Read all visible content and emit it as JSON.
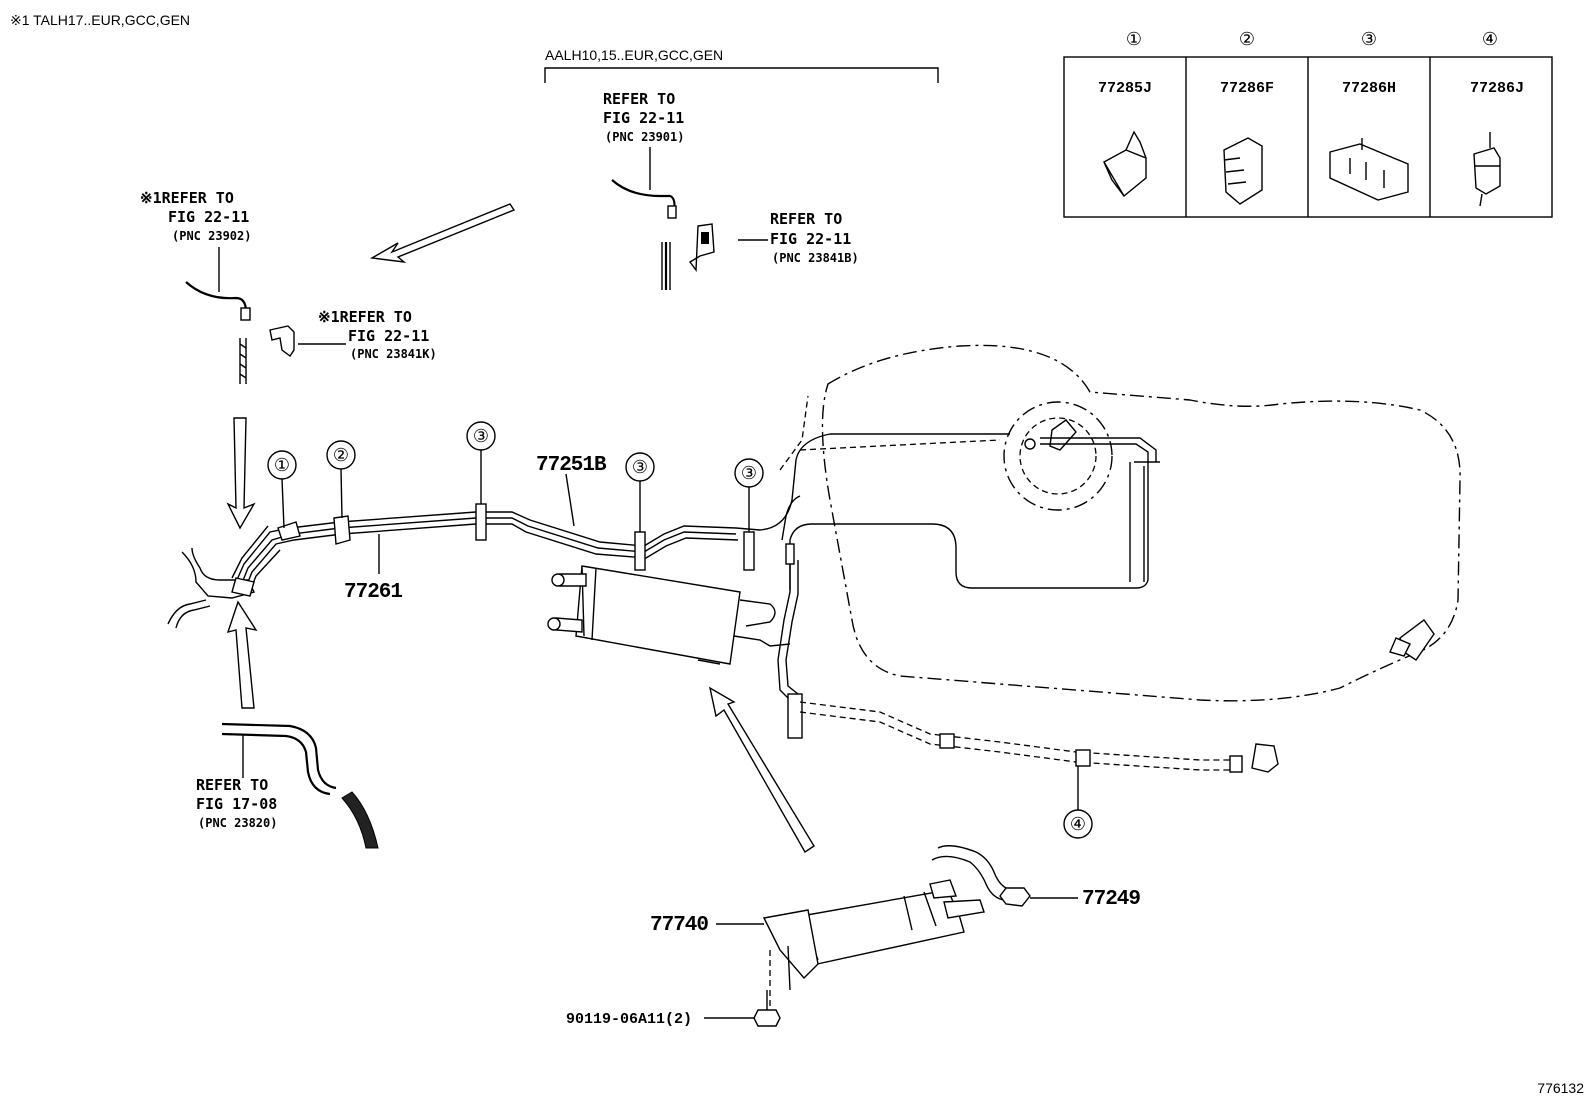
{
  "header": {
    "note": "※1 TALH17..EUR,GCC,GEN",
    "aalh_note": "AALH10,15..EUR,GCC,GEN"
  },
  "legend": {
    "columns": [
      {
        "ref": "①",
        "part": "77285J"
      },
      {
        "ref": "②",
        "part": "77286F"
      },
      {
        "ref": "③",
        "part": "77286H"
      },
      {
        "ref": "④",
        "part": "77286J"
      }
    ]
  },
  "refs": {
    "r23901": {
      "l1": "REFER TO",
      "l2": "FIG 22-11",
      "l3": "(PNC 23901)"
    },
    "r23841b": {
      "l1": "REFER TO",
      "l2": "FIG 22-11",
      "l3": "(PNC 23841B)"
    },
    "r23902": {
      "l1": "※1REFER TO",
      "l2": "FIG 22-11",
      "l3": "(PNC 23902)"
    },
    "r23841k": {
      "l1": "※1REFER TO",
      "l2": "FIG 22-11",
      "l3": "(PNC 23841K)"
    },
    "r23820": {
      "l1": "REFER TO",
      "l2": "FIG 17-08",
      "l3": "(PNC 23820)"
    }
  },
  "callouts": {
    "c1": "①",
    "c2": "②",
    "c3a": "③",
    "c3b": "③",
    "c3c": "③",
    "c4": "④"
  },
  "parts": {
    "p77251b": "77251B",
    "p77261": "77261",
    "p77740": "77740",
    "p77249": "77249",
    "p90119": "90119-06A11(2)"
  },
  "footer": {
    "figure_id": "776132"
  }
}
